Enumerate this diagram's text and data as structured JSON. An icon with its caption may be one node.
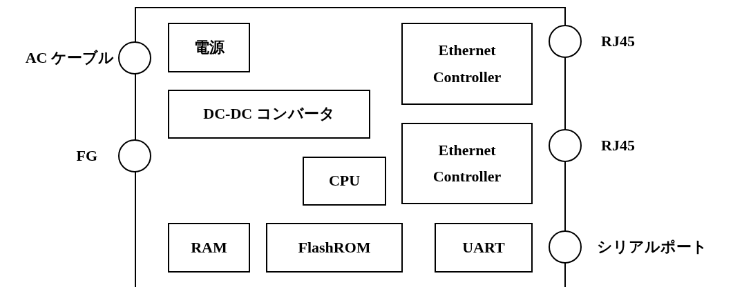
{
  "diagram": {
    "nodes": [
      {
        "text": [],
        "shape": "box"
      },
      {
        "text": [],
        "shape": "circle",
        "beside": [
          "RJ45"
        ]
      },
      {
        "text": [
          "電源"
        ],
        "in": 0
      },
      {
        "text": [
          "Ethernet Controller"
        ],
        "in": 0
      },
      {
        "text": [],
        "shape": "circle",
        "beside": [
          "AC ケーブル"
        ]
      },
      {
        "text": [
          "DC-DC コンバータ"
        ],
        "in": 0
      },
      {
        "text": [
          "Ethernet Controller"
        ],
        "in": 0
      },
      {
        "text": [],
        "shape": "circle",
        "beside": [
          "RJ45"
        ]
      },
      {
        "text": [],
        "shape": "circle",
        "beside": [
          "FG"
        ]
      },
      {
        "text": [
          "CPU"
        ],
        "in": 0
      },
      {
        "text": [
          "RAM"
        ],
        "in": 0
      },
      {
        "text": [
          "FlashROM"
        ],
        "in": 0
      },
      {
        "text": [
          "UART"
        ],
        "in": 0
      },
      {
        "text": [],
        "shape": "circle",
        "beside": [
          "シリアルポート"
        ]
      }
    ]
  }
}
